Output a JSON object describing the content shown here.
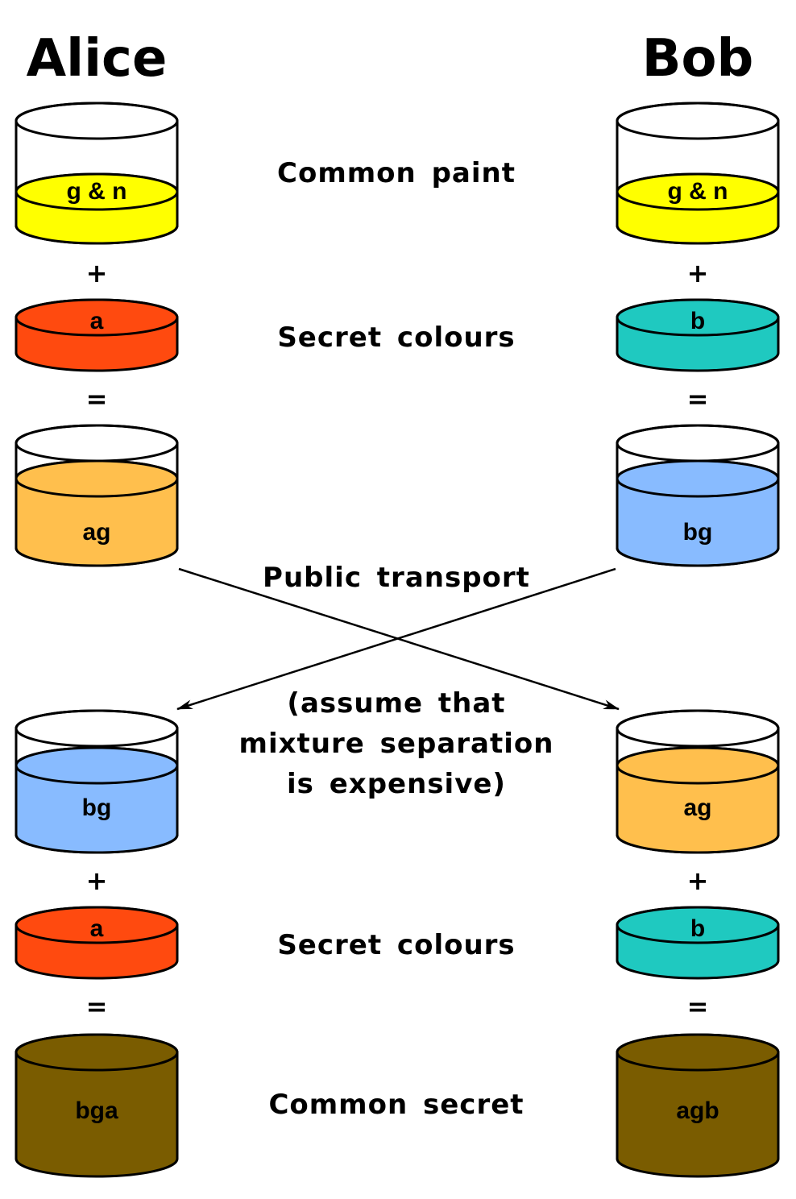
{
  "parties": {
    "left": "Alice",
    "right": "Bob"
  },
  "captions": {
    "common_paint": "Common paint",
    "secret_colours_1": "Secret colours",
    "public_transport": "Public transport",
    "assumption": [
      "(assume that",
      "mixture separation",
      "is expensive)"
    ],
    "secret_colours_2": "Secret colours",
    "common_secret": "Common secret"
  },
  "operators": {
    "plus": "+",
    "equals": "="
  },
  "colors": {
    "common_paint": "#ffff00",
    "secret_a": "#ff4a0f",
    "secret_b": "#1fc9c0",
    "mixture_ag": "#ffbf4d",
    "mixture_bg": "#88bbff",
    "common_secret": "#7a5c00",
    "outline": "#000000"
  },
  "alice": {
    "common_paint_label": "g & n",
    "secret_label": "a",
    "mixture_label": "ag",
    "received_label": "bg",
    "secret2_label": "a",
    "result_label": "bga"
  },
  "bob": {
    "common_paint_label": "g & n",
    "secret_label": "b",
    "mixture_label": "bg",
    "received_label": "ag",
    "secret2_label": "b",
    "result_label": "agb"
  }
}
